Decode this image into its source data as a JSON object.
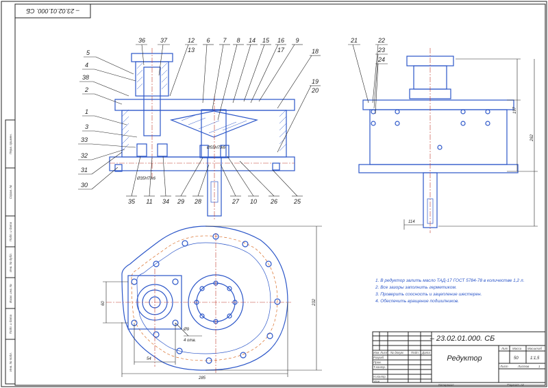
{
  "stamp_top": "– 23.02.01.000. СБ",
  "drawing_code": "– 23.02.01.000. СБ",
  "drawing_title": "Редуктор",
  "title_block": {
    "lit_label": "Лит",
    "mass_label": "Масса",
    "scale_label": "Масштаб",
    "mass_value": "50",
    "scale_value": "1:1,5",
    "sheet_label": "Лист",
    "sheets_label": "Листов",
    "sheets_value": "1",
    "row_labels": [
      "Изм.",
      "Лист",
      "№ докум.",
      "Подп.",
      "Дата"
    ],
    "people_labels": [
      "Разраб.",
      "Пров.",
      "Т.контр.",
      "",
      "Н.контр.",
      "Утв."
    ],
    "copied": "Копировал",
    "format": "Формат   А3"
  },
  "notes": [
    "1. В редуктор залить масло ТАД-17 ГОСТ 5784-78 в количестве 1,2 л.",
    "2. Все зазоры заполнить герметиком.",
    "3. Проверить соосность и зацепление шестерен.",
    "4. Обеспечить вращение подшипников."
  ],
  "left_stamps": [
    "Перв. примен.",
    "Справ. №",
    "Подп. и дата",
    "Инв. № дубл.",
    "Взам. инв. №",
    "Подп. и дата",
    "Инв. № подл."
  ],
  "part_numbers": {
    "top": [
      "36",
      "37",
      "12",
      "13",
      "6",
      "7",
      "8",
      "14",
      "15",
      "16",
      "17",
      "9",
      "18",
      "19",
      "20"
    ],
    "left": [
      "5",
      "4",
      "38",
      "2",
      "1",
      "3",
      "33",
      "32",
      "31",
      "30"
    ],
    "bottom": [
      "35",
      "11",
      "34",
      "29",
      "28",
      "27",
      "10",
      "26",
      "25"
    ],
    "side": [
      "21",
      "22",
      "23",
      "24"
    ]
  },
  "dimensions": {
    "side_height_inner": "197",
    "side_height_total": "262",
    "shaft_dim": "114",
    "plan_width": "285",
    "plan_height": "232",
    "left_flange": "60",
    "bolt_pitch": "54",
    "hole_label": "Ø9",
    "hole_count": "4 отв.",
    "bore_a": "Ø35H7/k6",
    "bore_b": "Ø55H7/k6"
  }
}
